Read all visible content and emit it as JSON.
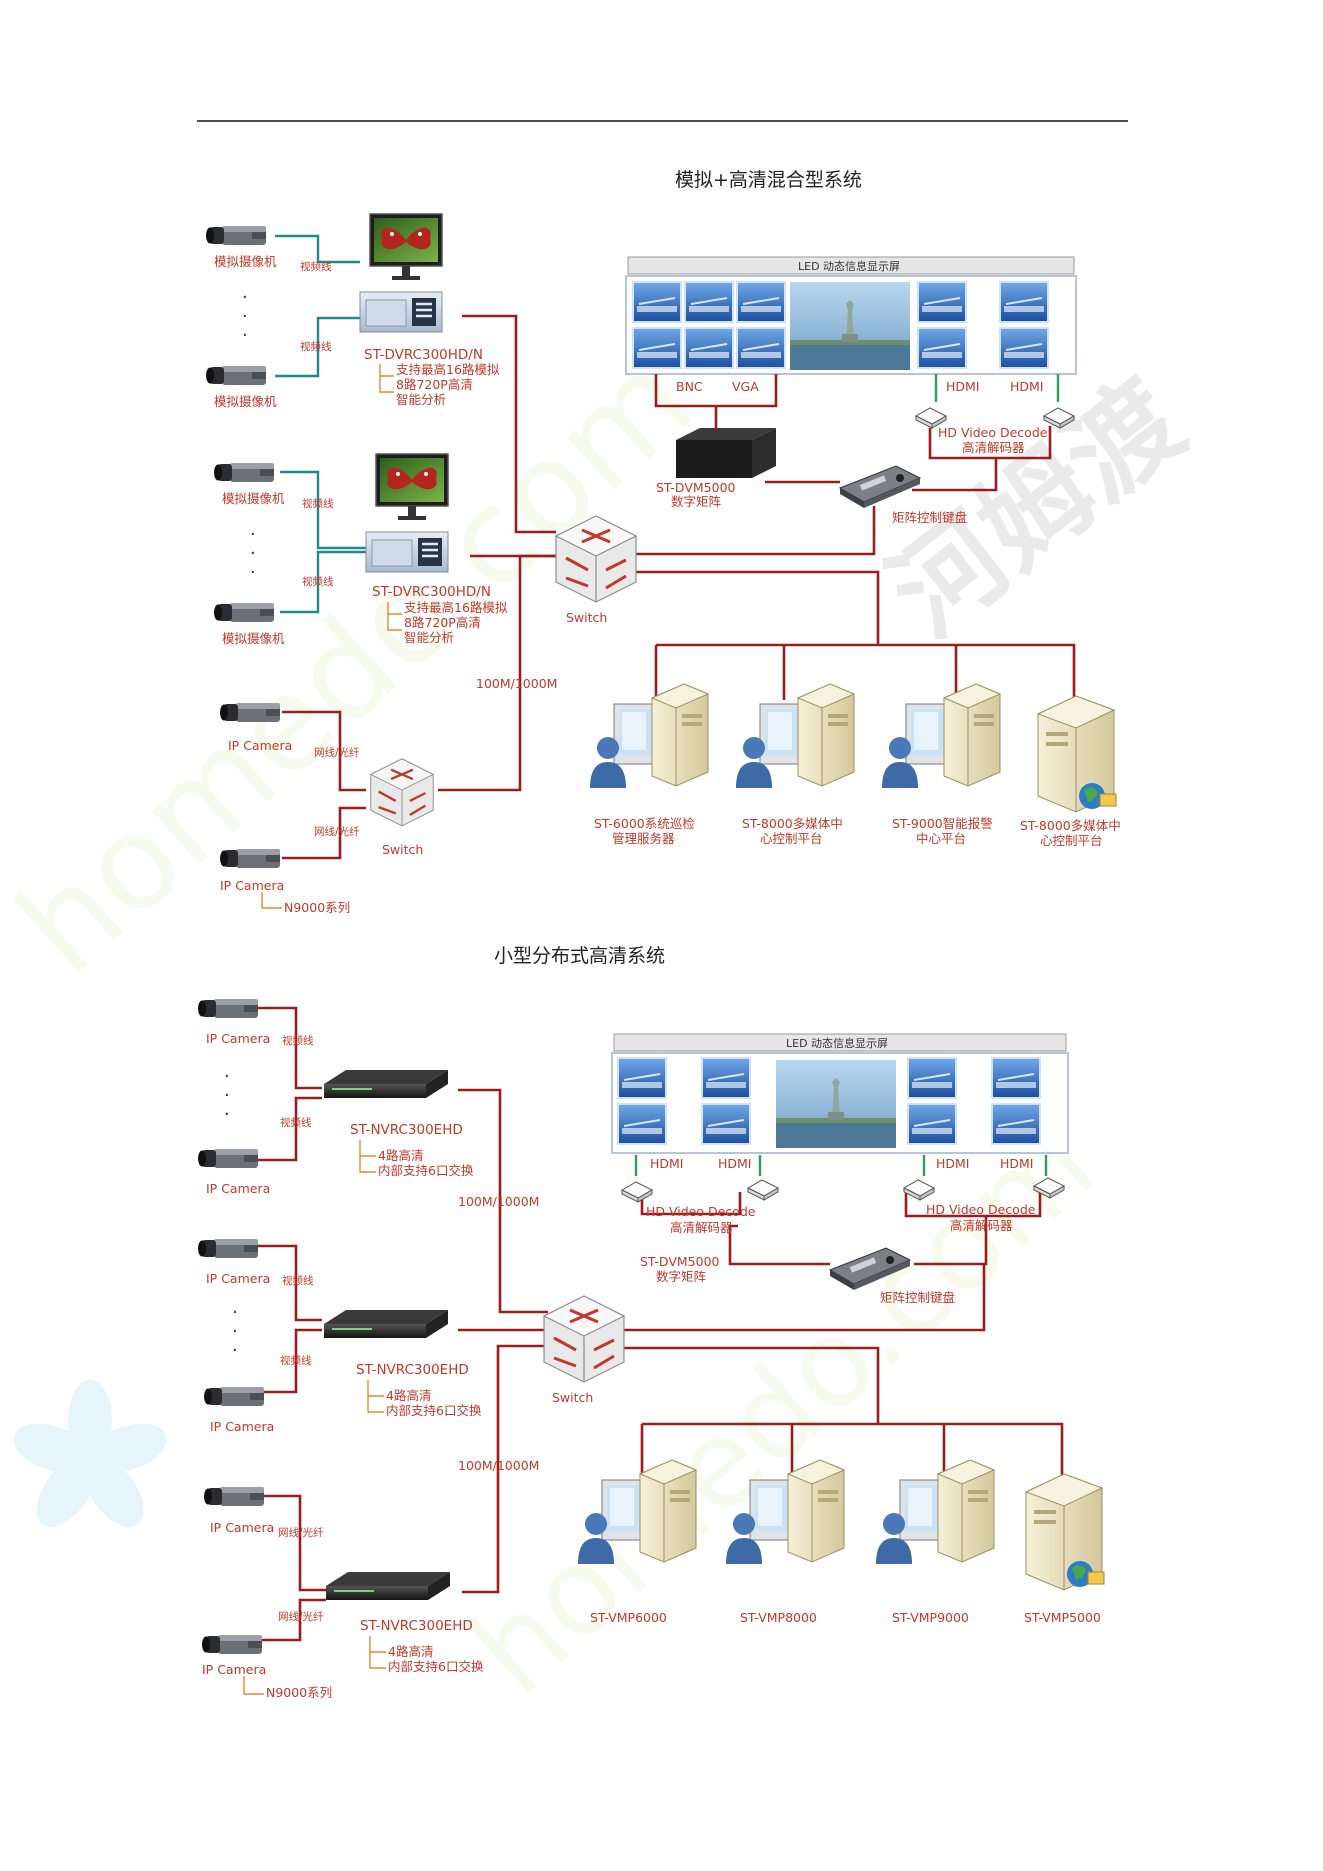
{
  "top": {
    "title": "模拟+高清混合型系统",
    "led_label": "LED 动态信息显示屏",
    "analog_camera_label": "模拟摄像机",
    "video_cable": "视频线",
    "dvr_name": "ST-DVRC300HD/N",
    "dvr_spec_1": "支持最高16路模拟",
    "dvr_spec_2": "8路720P高清",
    "dvr_spec_3": "智能分析",
    "ip_camera_label": "IP Camera",
    "network_fiber": "网线/光纤",
    "switch_label": "Switch",
    "speed": "100M/1000M",
    "n9000": "N9000系列",
    "bnc": "BNC",
    "vga": "VGA",
    "hdmi": "HDMI",
    "decoder_1": "HD Video Decode",
    "decoder_2": "高清解码器",
    "matrix_1": "ST-DVM5000",
    "matrix_2": "数字矩阵",
    "keyboard": "矩阵控制键盘",
    "clients": [
      {
        "l1": "ST-6000系统巡检",
        "l2": "管理服务器"
      },
      {
        "l1": "ST-8000多媒体中",
        "l2": "心控制平台"
      },
      {
        "l1": "ST-9000智能报警",
        "l2": "中心平台"
      },
      {
        "l1": "ST-8000多媒体中",
        "l2": "心控制平台"
      }
    ]
  },
  "bottom": {
    "title": "小型分布式高清系统",
    "led_label": "LED 动态信息显示屏",
    "ip_camera_label": "IP Camera",
    "video_cable": "视频线",
    "network_fiber": "网线/光纤",
    "nvr_name": "ST-NVRC300EHD",
    "nvr_spec_1": "4路高清",
    "nvr_spec_2": "内部支持6口交换",
    "speed": "100M/1000M",
    "switch_label": "Switch",
    "hdmi": "HDMI",
    "decoder_1": "HD Video Decode",
    "decoder_2": "高清解码器",
    "matrix_1": "ST-DVM5000",
    "matrix_2": "数字矩阵",
    "keyboard": "矩阵控制键盘",
    "n9000": "N9000系列",
    "clients": [
      "ST-VMP6000",
      "ST-VMP8000",
      "ST-VMP9000",
      "ST-VMP5000"
    ]
  },
  "watermark": {
    "brand": "河姆渡",
    "site": "homedo.com"
  },
  "colors": {
    "wire": "#9b1c1c",
    "label": "#c0392b",
    "teal": "#1f8a8a",
    "green": "#2e9e5a",
    "bracket": "#e8892b"
  }
}
